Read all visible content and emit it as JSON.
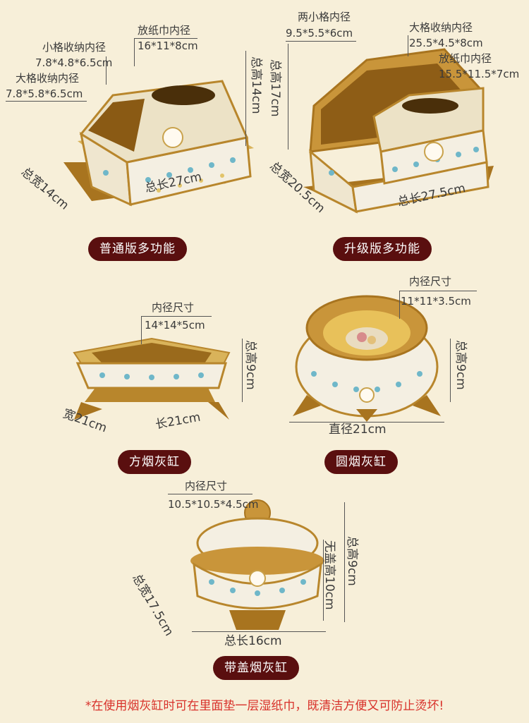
{
  "products": {
    "standard_tissue": {
      "label": "普通版多功能",
      "dim_small_title": "小格收纳内径",
      "dim_small_value": "7.8*4.8*6.5cm",
      "dim_large_title": "大格收纳内径",
      "dim_large_value": "7.8*5.8*6.5cm",
      "dim_tissue_title": "放纸巾内径",
      "dim_tissue_value": "16*11*8cm",
      "height": "总高14cm",
      "width": "总宽14cm",
      "length": "总长27cm"
    },
    "upgraded_tissue": {
      "label": "升级版多功能",
      "dim_two_small_title": "两小格内径",
      "dim_two_small_value": "9.5*5.5*6cm",
      "dim_large_title": "大格收纳内径",
      "dim_large_value": "25.5*4.5*8cm",
      "dim_tissue_title": "放纸巾内径",
      "dim_tissue_value": "15.5*11.5*7cm",
      "height": "总高17cm",
      "width": "总宽20.5cm",
      "length": "总长27.5cm"
    },
    "square_ashtray": {
      "label": "方烟灰缸",
      "inner_title": "内径尺寸",
      "inner_value": "14*14*5cm",
      "height": "总高9cm",
      "width": "宽21cm",
      "length": "长21cm"
    },
    "round_ashtray": {
      "label": "圆烟灰缸",
      "inner_title": "内径尺寸",
      "inner_value": "11*11*3.5cm",
      "height": "总高9cm",
      "diameter": "直径21cm"
    },
    "lidded_ashtray": {
      "label": "带盖烟灰缸",
      "inner_title": "内径尺寸",
      "inner_value": "10.5*10.5*4.5cm",
      "height": "总高9cm",
      "height_no_lid": "无盖高10cm",
      "width": "总宽17.5cm",
      "length": "总长16cm"
    }
  },
  "footnote": "*在使用烟灰缸时可在里面垫一层湿纸巾，既清洁方便又可防止烫坏!",
  "colors": {
    "background": "#f7efd9",
    "pill": "#5a0f0f",
    "gold": "#b8862c",
    "enamel": "#f4efe2",
    "footnote": "#d8312a"
  }
}
